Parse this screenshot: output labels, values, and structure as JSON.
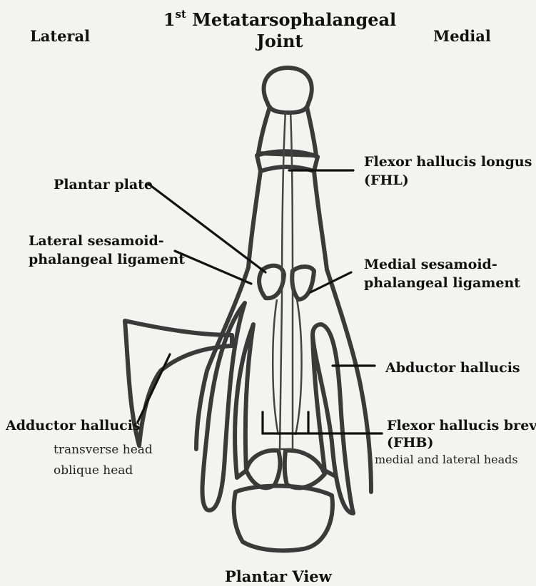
{
  "title": {
    "ordinal": "1",
    "ordinal_suffix": "st",
    "line1": "Metatarsophalangeal",
    "line2": "Joint"
  },
  "orientation": {
    "left": "Lateral",
    "right": "Medial"
  },
  "view_label": "Plantar View",
  "labels": {
    "flexor_hallucis_longus": {
      "line1": "Flexor hallucis longus",
      "line2": "(FHL)"
    },
    "plantar_plate": "Plantar plate",
    "lateral_sesamoid_ligament": {
      "line1": "Lateral sesamoid-",
      "line2": "phalangeal ligament"
    },
    "medial_sesamoid_ligament": {
      "line1": "Medial sesamoid-",
      "line2": "phalangeal ligament"
    },
    "abductor_hallucis": "Abductor hallucis",
    "adductor_hallucis": {
      "name": "Adductor hallucis",
      "head1": "transverse head",
      "head2": "oblique head"
    },
    "flexor_hallucis_brevis": {
      "line1": "Flexor hallucis brevis",
      "line2": "(FHB)",
      "note": "medial and lateral heads"
    }
  },
  "colors": {
    "outline": "#3a3a3a",
    "leader": "#111111",
    "background": "#f3f3f1"
  }
}
